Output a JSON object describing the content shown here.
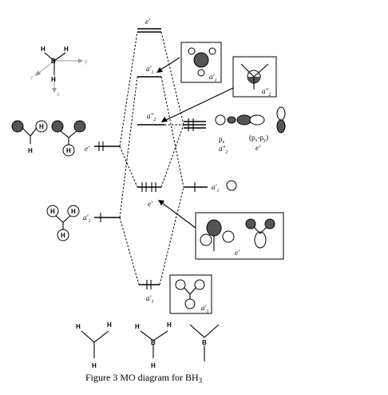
{
  "figure": {
    "caption_prefix": "Figure 3 MO diagram for BH",
    "caption_subscript": "3"
  },
  "mo_levels": {
    "e_prime_top": "e'",
    "a1_upper": "a'",
    "a1_upper_sup": "1",
    "a2_nonbonding": "a\"",
    "a2_nonbonding_sup": "2",
    "e_prime_bonding": "e'",
    "a1_bonding": "a'",
    "a1_bonding_sup": "1"
  },
  "boron_orbitals": {
    "pz_label": "p",
    "pz_sub": "z",
    "pz_symmetry": "a\"",
    "pz_symmetry_sup": "2",
    "pxpy_label": "(p",
    "px_sub": "x",
    "py_sep": "-p",
    "py_sub": "y",
    "pxpy_close": ")",
    "pxpy_symmetry": "e'",
    "s_symmetry": "a'",
    "s_symmetry_sup": "1"
  },
  "salc": {
    "e_prime_label": "e'",
    "a1_label": "a'",
    "a1_sup": "1"
  },
  "box_labels": {
    "a1_top_box": "a'",
    "a1_top_box_sup": "1",
    "a2_box": "a\"",
    "a2_box_sup": "2",
    "e_box": "e'",
    "a1_bottom_box": "a'",
    "a1_bottom_box_sup": "1"
  },
  "atoms": {
    "H": "H",
    "B": "B"
  },
  "axes": {
    "x": "x",
    "y": "y",
    "z": "z"
  },
  "colors": {
    "ink": "#000000",
    "shaded_lobe": "#555555",
    "axis_gray": "#9a9a9a"
  }
}
